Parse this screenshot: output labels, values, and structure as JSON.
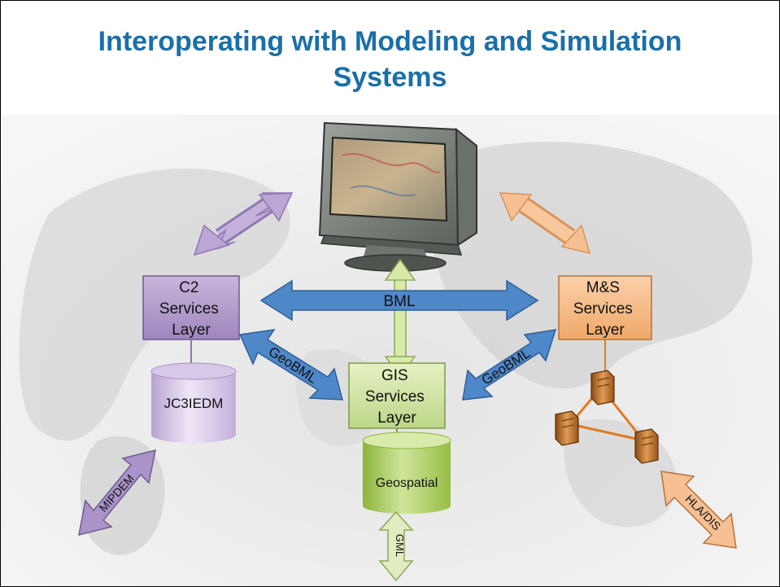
{
  "title": {
    "line1": "Interoperating with Modeling and Simulation",
    "line2": "Systems"
  },
  "nodes": {
    "c2": [
      "C2",
      "Services",
      "Layer"
    ],
    "ms": [
      "M&S",
      "Services",
      "Layer"
    ],
    "gis": [
      "GIS",
      "Services",
      "Layer"
    ],
    "jc3iedm": "JC3IEDM",
    "geospatial": "Geospatial"
  },
  "links": {
    "bml": "BML",
    "geobml_left": "GeoBML",
    "geobml_right": "GeoBML",
    "mipdem": "MIPDEM",
    "hla_dis": "HLA/DIS",
    "gml": "GML"
  },
  "colors": {
    "title": "#1a6fa8",
    "c2_fill": "#b9a3d0",
    "ms_fill": "#f6bd8e",
    "gis_fill": "#d6e7a8",
    "bml_fill": "#4f88c8",
    "network_line": "#e07a20"
  }
}
